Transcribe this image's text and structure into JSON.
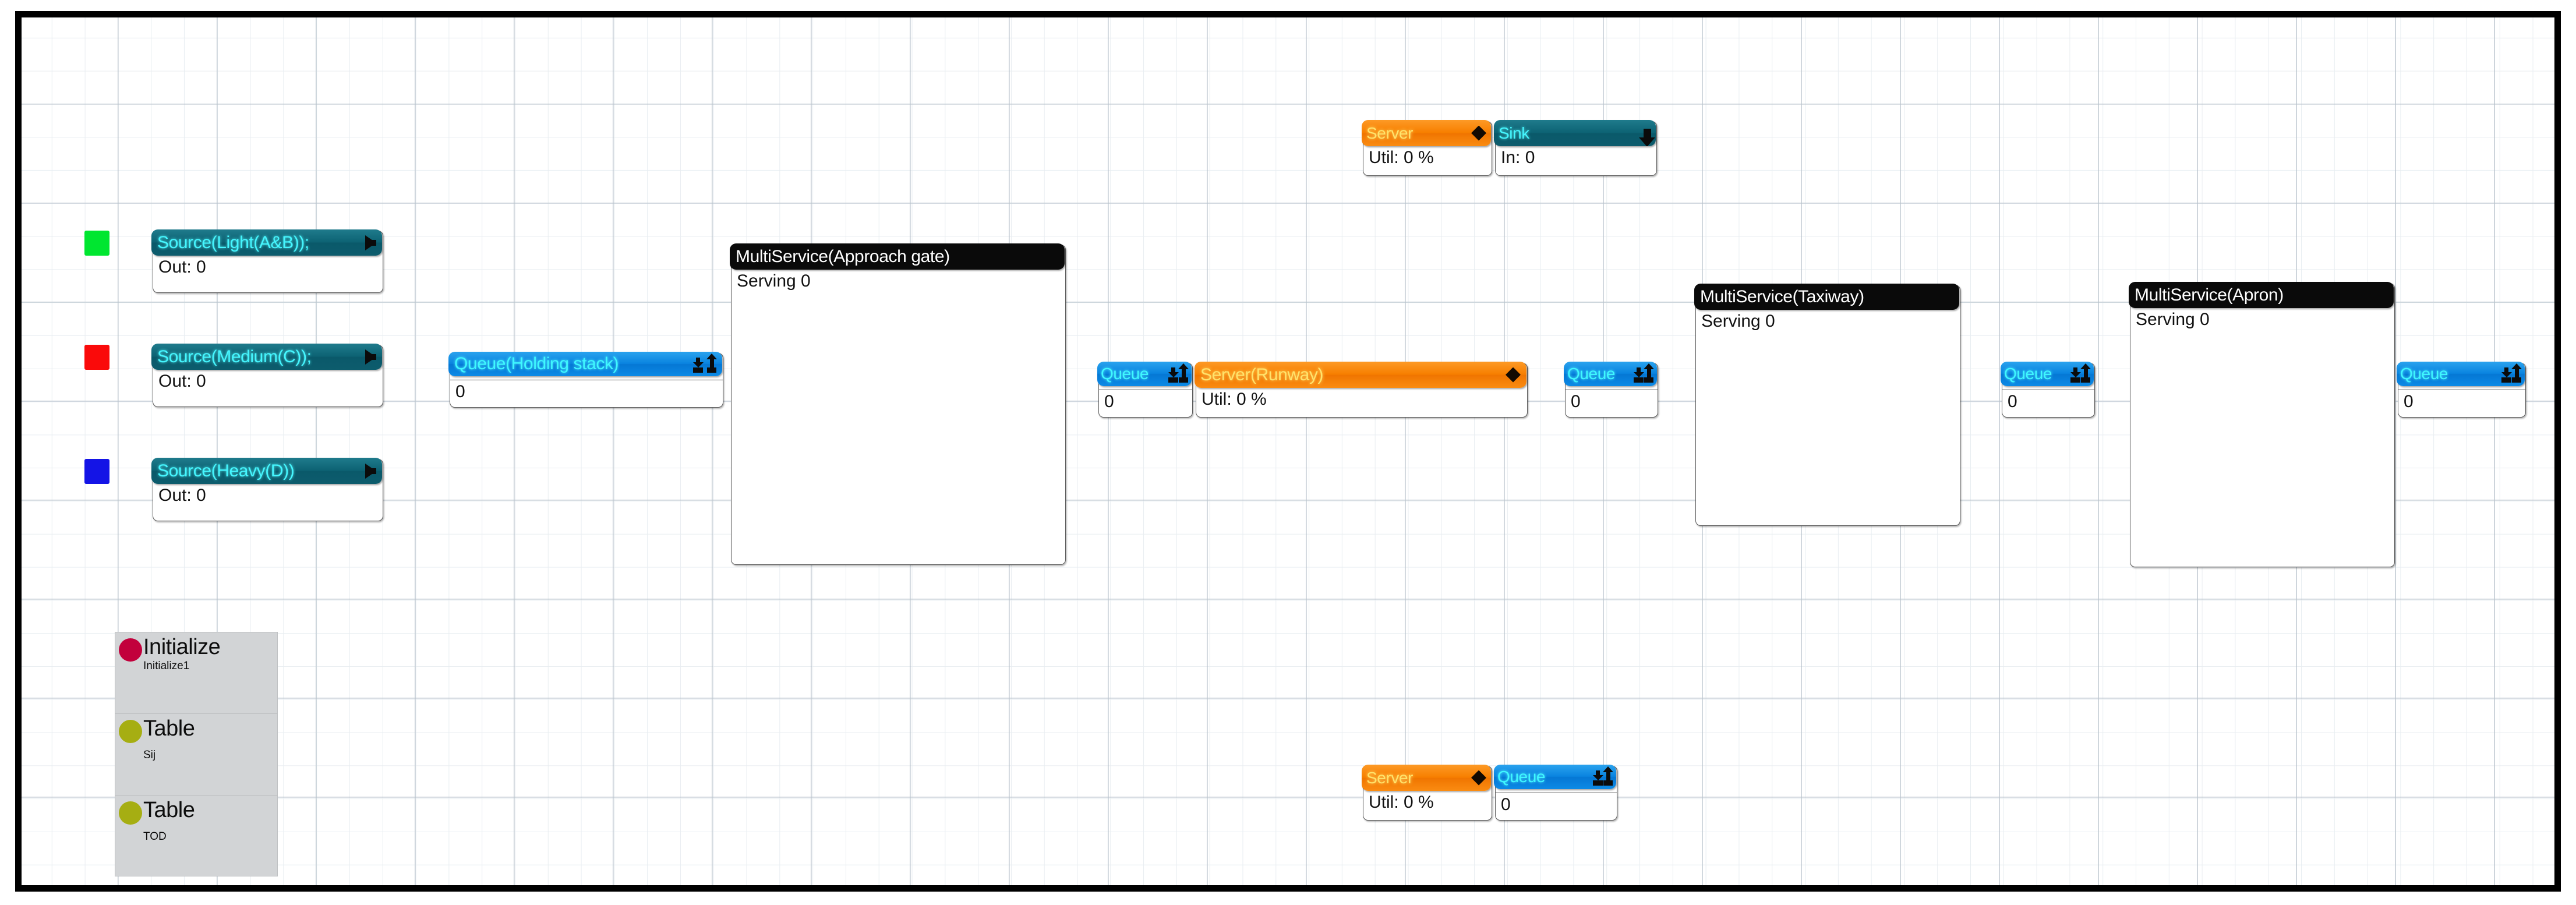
{
  "canvas": {
    "grid": "on",
    "border_color": "#000000",
    "background": "#ffffff"
  },
  "swatches": [
    {
      "name": "light-aircraft-swatch",
      "color": "#00e630"
    },
    {
      "name": "medium-aircraft-swatch",
      "color": "#fa0a0a"
    },
    {
      "name": "heavy-aircraft-swatch",
      "color": "#1414e6"
    }
  ],
  "blocks": {
    "source_light": {
      "title": "Source(Light(A&B));",
      "stat": "Out: 0",
      "icon": "arrow-right-icon",
      "header_color": "#0d6374"
    },
    "source_medium": {
      "title": "Source(Medium(C));",
      "stat": "Out: 0",
      "icon": "arrow-right-icon",
      "header_color": "#0d6374"
    },
    "source_heavy": {
      "title": "Source(Heavy(D))",
      "stat": "Out: 0",
      "icon": "arrow-right-icon",
      "header_color": "#0d6374"
    },
    "queue_holding": {
      "title": "Queue(Holding stack)",
      "stat": "0",
      "icon": "queue-icon",
      "header_color": "#0a84e0"
    },
    "ms_approach": {
      "title": "MultiService(Approach gate)",
      "stat": "Serving 0",
      "icon": "",
      "header_color": "#0a0a0a"
    },
    "queue_runway": {
      "title": "Queue",
      "stat": "0",
      "icon": "queue-icon",
      "header_color": "#0a84e0"
    },
    "server_runway": {
      "title": "Server(Runway)",
      "stat": "Util: 0 %",
      "icon": "diamond-icon",
      "header_color": "#f77f00"
    },
    "queue_taxiway": {
      "title": "Queue",
      "stat": "0",
      "icon": "queue-icon",
      "header_color": "#0a84e0"
    },
    "ms_taxiway": {
      "title": "MultiService(Taxiway)",
      "stat": "Serving 0",
      "icon": "",
      "header_color": "#0a0a0a"
    },
    "queue_apron": {
      "title": "Queue",
      "stat": "0",
      "icon": "queue-icon",
      "header_color": "#0a84e0"
    },
    "ms_apron": {
      "title": "MultiService(Apron)",
      "stat": "Serving 0",
      "icon": "",
      "header_color": "#0a0a0a"
    },
    "queue_exit": {
      "title": "Queue",
      "stat": "0",
      "icon": "queue-icon",
      "header_color": "#0a84e0"
    },
    "server_top": {
      "title": "Server",
      "stat": "Util: 0 %",
      "icon": "diamond-icon",
      "header_color": "#f77f00"
    },
    "sink_top": {
      "title": "Sink",
      "stat": "In: 0",
      "icon": "arrow-down-icon",
      "header_color": "#0d6374"
    },
    "server_bottom": {
      "title": "Server",
      "stat": "Util: 0 %",
      "icon": "diamond-icon",
      "header_color": "#f77f00"
    },
    "queue_bottom": {
      "title": "Queue",
      "stat": "0",
      "icon": "queue-icon",
      "header_color": "#0a84e0"
    }
  },
  "palette": {
    "items": [
      {
        "title": "Initialize",
        "subtitle": "Initialize1",
        "dot_color": "#c2003c"
      },
      {
        "title": "Table",
        "subtitle": "Sij",
        "dot_color": "#a6ae12"
      },
      {
        "title": "Table",
        "subtitle": "TOD",
        "dot_color": "#a6ae12"
      }
    ]
  }
}
